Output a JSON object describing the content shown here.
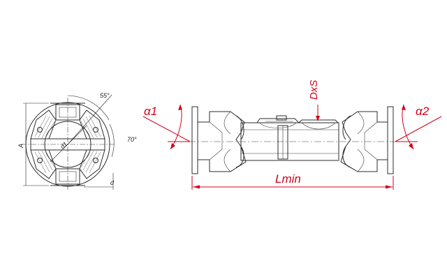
{
  "front_view": {
    "label_A": "A",
    "label_d1": "d1",
    "label_d": "d",
    "angle_top": "55°",
    "angle_right": "70°"
  },
  "side_view": {
    "label_alpha1": "α1",
    "label_alpha2": "α2",
    "label_DxS": "DxS",
    "label_Lmin": "Lmin"
  },
  "colors": {
    "line": "#2b2b2b",
    "annotation_red": "#d0021b"
  }
}
